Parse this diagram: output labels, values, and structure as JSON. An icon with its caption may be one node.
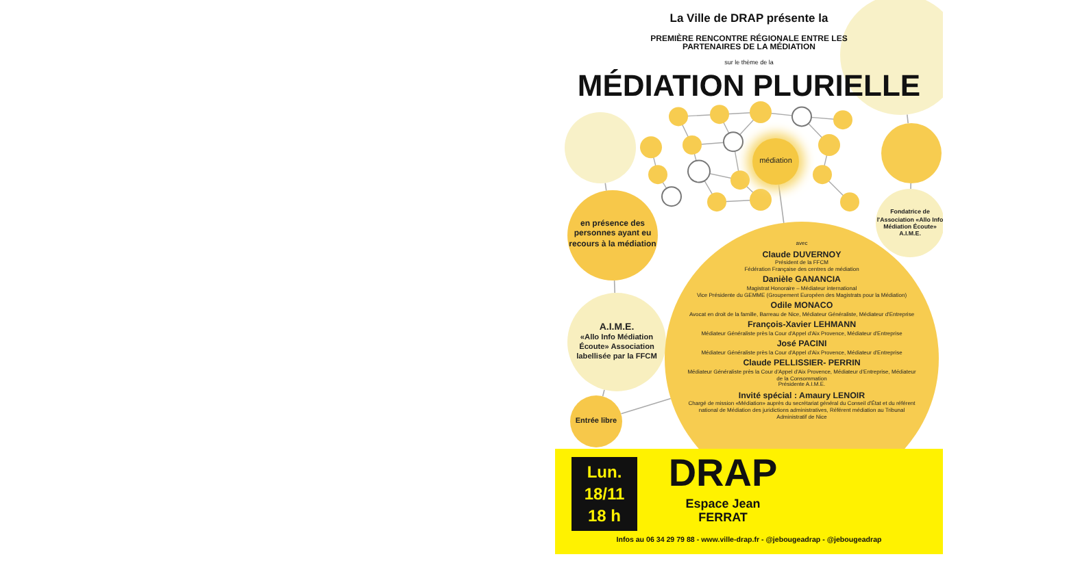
{
  "diagram": {
    "title": "MÉDIATION PLURIELLE",
    "nodes": [
      {
        "text": [
          "médiation"
        ]
      },
      {
        "text": [
          "en présence des personnes ayant eu recours à la médiation"
        ]
      },
      {
        "text": [
          "A.I.M.E.",
          "«Allo Info Médiation Écoute» Association labellisée par la FFCM"
        ]
      },
      {
        "text": [
          "Entrée libre"
        ]
      },
      {
        "text": [
          "avec",
          "Claude DUVERNOY",
          "Président de la FFCM",
          "Fédération Française des centres de médiation",
          "Danièle GANANCIA",
          "Magistrat Honoraire – Médiateur international",
          "Vice Présidente du GEMME (Groupement Européen des Magistrats pour la Médiation)",
          "Odile MONACO",
          "Avocat en droit de la famille, Barreau de Nice, Médiateur Généraliste, Médiateur d'Entreprise",
          "François-Xavier LEHMANN",
          "Médiateur Généraliste près la Cour d'Appel d'Aix Provence, Médiateur d'Entreprise",
          "José PACINI",
          "Médiateur Généraliste près la Cour d'Appel d'Aix Provence, Médiateur d'Entreprise",
          "Claude PELLISSIER- PERRIN",
          "Médiateur Généraliste près la Cour d'Appel d'Aix Provence, Médiateur d'Entreprise, Médiateur de la Consommation",
          "Présidente A.I.M.E.",
          "Invité spécial : Amaury LENOIR",
          "Chargé de mission «Médiation» auprès du secrétariat général du Conseil d'État et du référent national de Médiation des juridictions administratives, Référent médiation au Tribunal Administratif de Nice"
        ]
      },
      {
        "text": [
          "Fondatrice de l'Association «Allo Info Médiation Écoute» A.I.M.E."
        ]
      },
      {
        "text": [],
        "shape": "circle"
      },
      {
        "text": [],
        "shape": "circle"
      },
      {
        "text": [],
        "shape": "circle"
      }
    ],
    "edges": [
      {
        "from": 6,
        "to": 1,
        "arrow": "none"
      },
      {
        "from": 1,
        "to": 2,
        "arrow": "none"
      },
      {
        "from": 2,
        "to": 3,
        "arrow": "none"
      },
      {
        "from": 3,
        "to": 4,
        "arrow": "none"
      },
      {
        "from": 0,
        "to": 4,
        "arrow": "none"
      },
      {
        "from": 8,
        "to": 5,
        "arrow": "none"
      },
      {
        "from": 7,
        "to": 8,
        "arrow": "none"
      }
    ],
    "labels": [
      "La Ville de DRAP présente la",
      "PREMIÈRE RENCONTRE RÉGIONALE ENTRE LES PARTENAIRES DE LA MÉDIATION",
      "sur le thème de la",
      "Lun. 18/11 18 h",
      "DRAP",
      "Espace Jean FERRAT",
      "Infos au 06 34 29 79 88 - www.ville-drap.fr - @jebougeadrap - @jebougeadrap"
    ]
  }
}
